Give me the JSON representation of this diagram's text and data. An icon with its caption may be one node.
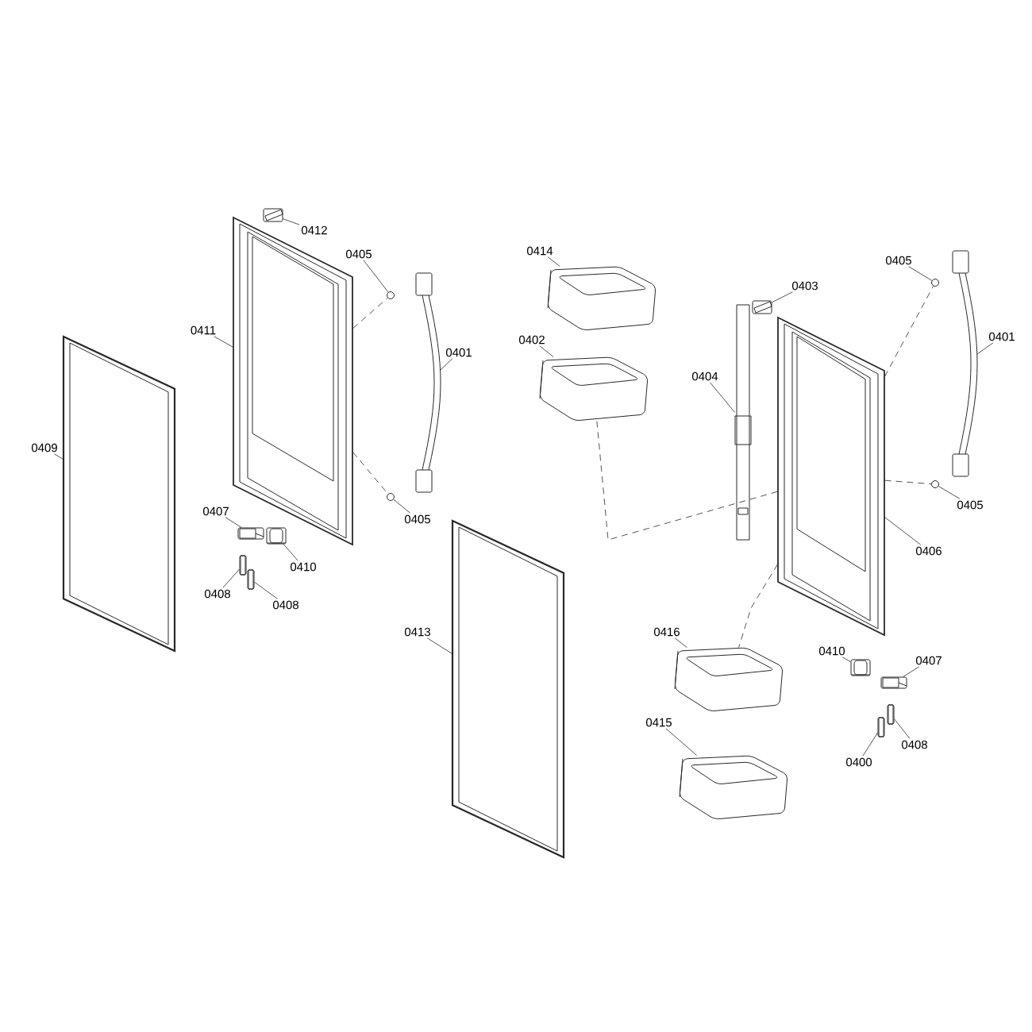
{
  "diagram": {
    "nodes": [
      {
        "text": [
          "0412"
        ]
      },
      {
        "text": [],
        "shape": "box"
      },
      {
        "text": [
          "0405"
        ]
      },
      {
        "text": [],
        "shape": "circle"
      },
      {
        "text": [
          "0411"
        ]
      },
      {
        "text": [],
        "shape": "picture"
      },
      {
        "text": [
          "0401"
        ]
      },
      {
        "text": [],
        "shape": "picture"
      },
      {
        "text": [
          "0409"
        ]
      },
      {
        "text": [],
        "shape": "picture"
      },
      {
        "text": [
          "0405"
        ]
      },
      {
        "text": [],
        "shape": "circle"
      },
      {
        "text": [
          "0407"
        ]
      },
      {
        "text": [],
        "shape": "box"
      },
      {
        "text": [
          "0410"
        ]
      },
      {
        "text": [],
        "shape": "box"
      },
      {
        "text": [
          "0408"
        ]
      },
      {
        "text": [],
        "shape": "box"
      },
      {
        "text": [
          "0408"
        ]
      },
      {
        "text": [],
        "shape": "box"
      },
      {
        "text": [
          "0413"
        ]
      },
      {
        "text": [],
        "shape": "picture"
      },
      {
        "text": [
          "0414"
        ]
      },
      {
        "text": [],
        "shape": "picture"
      },
      {
        "text": [
          "0405"
        ]
      },
      {
        "text": [],
        "shape": "circle"
      },
      {
        "text": [
          "0403"
        ]
      },
      {
        "text": [],
        "shape": "box"
      },
      {
        "text": [
          "0402"
        ]
      },
      {
        "text": [],
        "shape": "picture"
      },
      {
        "text": [
          "0401"
        ]
      },
      {
        "text": [],
        "shape": "picture"
      },
      {
        "text": [
          "0404"
        ]
      },
      {
        "text": [],
        "shape": "picture"
      },
      {
        "text": [
          "0405"
        ]
      },
      {
        "text": [],
        "shape": "circle"
      },
      {
        "text": [
          "0406"
        ]
      },
      {
        "text": [],
        "shape": "picture"
      },
      {
        "text": [
          "0416"
        ]
      },
      {
        "text": [],
        "shape": "picture"
      },
      {
        "text": [
          "0410"
        ]
      },
      {
        "text": [],
        "shape": "box"
      },
      {
        "text": [
          "0407"
        ]
      },
      {
        "text": [],
        "shape": "box"
      },
      {
        "text": [
          "0415"
        ]
      },
      {
        "text": [],
        "shape": "picture"
      },
      {
        "text": [
          "0400"
        ]
      },
      {
        "text": [],
        "shape": "box"
      },
      {
        "text": [
          "0408"
        ]
      },
      {
        "text": [],
        "shape": "box"
      }
    ],
    "edges": [
      {
        "from": 0,
        "to": 1,
        "arrow": "none"
      },
      {
        "from": 2,
        "to": 3,
        "arrow": "none"
      },
      {
        "from": 4,
        "to": 5,
        "arrow": "none"
      },
      {
        "from": 6,
        "to": 7,
        "arrow": "none"
      },
      {
        "from": 8,
        "to": 9,
        "arrow": "none"
      },
      {
        "from": 10,
        "to": 11,
        "arrow": "none"
      },
      {
        "from": 12,
        "to": 13,
        "arrow": "none"
      },
      {
        "from": 14,
        "to": 15,
        "arrow": "none"
      },
      {
        "from": 16,
        "to": 17,
        "arrow": "none"
      },
      {
        "from": 18,
        "to": 19,
        "arrow": "none"
      },
      {
        "from": 20,
        "to": 21,
        "arrow": "none"
      },
      {
        "from": 22,
        "to": 23,
        "arrow": "none"
      },
      {
        "from": 24,
        "to": 25,
        "arrow": "none"
      },
      {
        "from": 26,
        "to": 27,
        "arrow": "none"
      },
      {
        "from": 28,
        "to": 29,
        "arrow": "none"
      },
      {
        "from": 30,
        "to": 31,
        "arrow": "none"
      },
      {
        "from": 32,
        "to": 33,
        "arrow": "none"
      },
      {
        "from": 34,
        "to": 35,
        "arrow": "none"
      },
      {
        "from": 36,
        "to": 37,
        "arrow": "none"
      },
      {
        "from": 38,
        "to": 39,
        "arrow": "none"
      },
      {
        "from": 40,
        "to": 41,
        "arrow": "none"
      },
      {
        "from": 42,
        "to": 43,
        "arrow": "none"
      },
      {
        "from": 44,
        "to": 45,
        "arrow": "none"
      },
      {
        "from": 46,
        "to": 47,
        "arrow": "none"
      },
      {
        "from": 48,
        "to": 49,
        "arrow": "none"
      },
      {
        "from": 5,
        "to": 3,
        "arrow": "none",
        "style": "dashed"
      },
      {
        "from": 5,
        "to": 11,
        "arrow": "none",
        "style": "dashed"
      },
      {
        "from": 37,
        "to": 25,
        "arrow": "none",
        "style": "dashed"
      },
      {
        "from": 37,
        "to": 35,
        "arrow": "none",
        "style": "dashed"
      },
      {
        "from": 29,
        "to": 37,
        "arrow": "none",
        "style": "dashed"
      },
      {
        "from": 37,
        "to": 39,
        "arrow": "none",
        "style": "dashed"
      }
    ]
  }
}
